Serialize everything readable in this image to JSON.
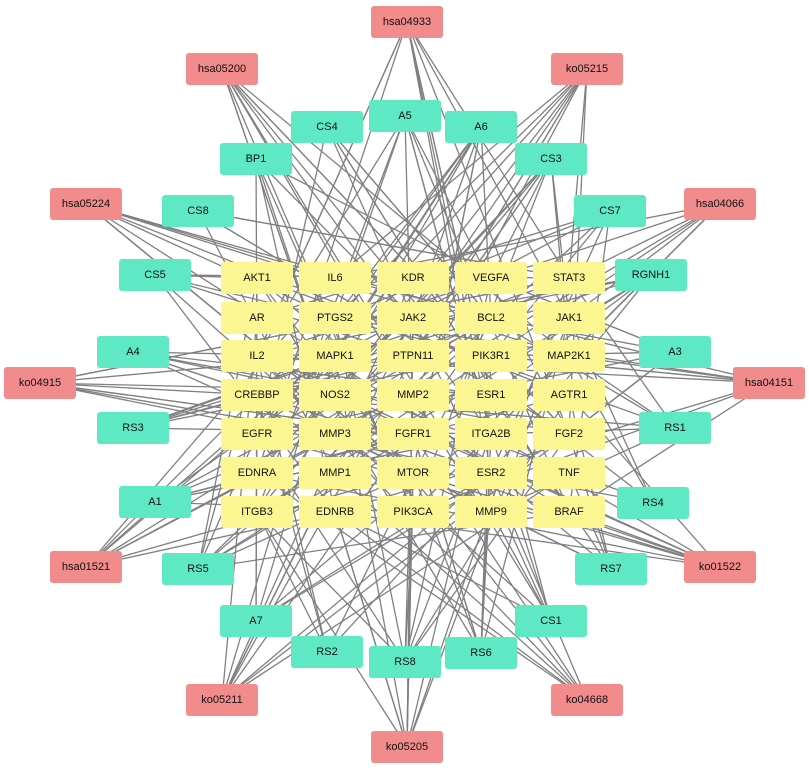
{
  "colors": {
    "pathway": "#f28b8b",
    "compound": "#5ee8c4",
    "target": "#fbf592",
    "edge": "#808080"
  },
  "targets": [
    "AKT1",
    "IL6",
    "KDR",
    "VEGFA",
    "STAT3",
    "AR",
    "PTGS2",
    "JAK2",
    "BCL2",
    "JAK1",
    "IL2",
    "MAPK1",
    "PTPN11",
    "PIK3R1",
    "MAP2K1",
    "CREBBP",
    "NOS2",
    "MMP2",
    "ESR1",
    "AGTR1",
    "EGFR",
    "MMP3",
    "FGFR1",
    "ITGA2B",
    "FGF2",
    "EDNRA",
    "MMP1",
    "MTOR",
    "ESR2",
    "TNF",
    "ITGB3",
    "EDNRB",
    "PIK3CA",
    "MMP9",
    "BRAF"
  ],
  "compounds": [
    "A5",
    "A6",
    "CS3",
    "CS7",
    "RGNH1",
    "A3",
    "RS1",
    "RS4",
    "RS7",
    "CS1",
    "RS6",
    "RS8",
    "RS2",
    "A7",
    "RS5",
    "A1",
    "RS3",
    "A4",
    "CS5",
    "CS8",
    "BP1",
    "CS4"
  ],
  "pathways": [
    "hsa04933",
    "ko05215",
    "hsa04066",
    "hsa04151",
    "ko01522",
    "ko04668",
    "ko05205",
    "ko05211",
    "hsa01521",
    "ko04915",
    "hsa05224",
    "hsa05200"
  ]
}
